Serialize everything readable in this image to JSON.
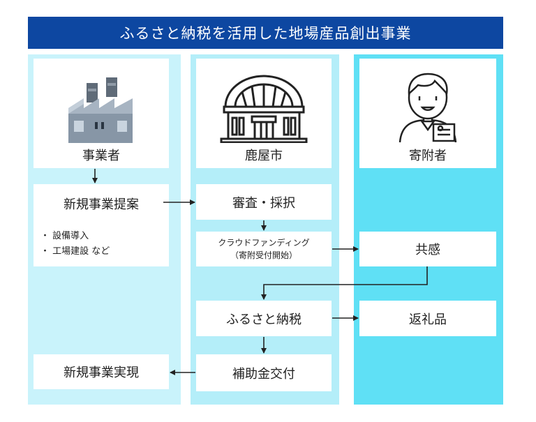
{
  "title": "ふるさと納税を活用した地場産品創出事業",
  "actors": {
    "business": "事業者",
    "city": "鹿屋市",
    "donor": "寄附者"
  },
  "boxes": {
    "new_proposal": "新規事業提案",
    "bullets": [
      "・ 設備導入",
      "・ 工場建設 など"
    ],
    "review": "審査・採択",
    "crowdfunding_line1": "クラウドファンディング",
    "crowdfunding_line2": "（寄附受付開始）",
    "empathy": "共感",
    "furusato": "ふるさと納税",
    "gift": "返礼品",
    "grant": "補助金交付",
    "realized": "新規事業実現"
  },
  "colors": {
    "title_bg": "#0d47a1",
    "col_business": "#c9f3fb",
    "col_city": "#b4eef9",
    "col_donor": "#5fe0f5"
  },
  "icons": [
    "factory-icon",
    "city-hall-icon",
    "donor-person-icon"
  ]
}
